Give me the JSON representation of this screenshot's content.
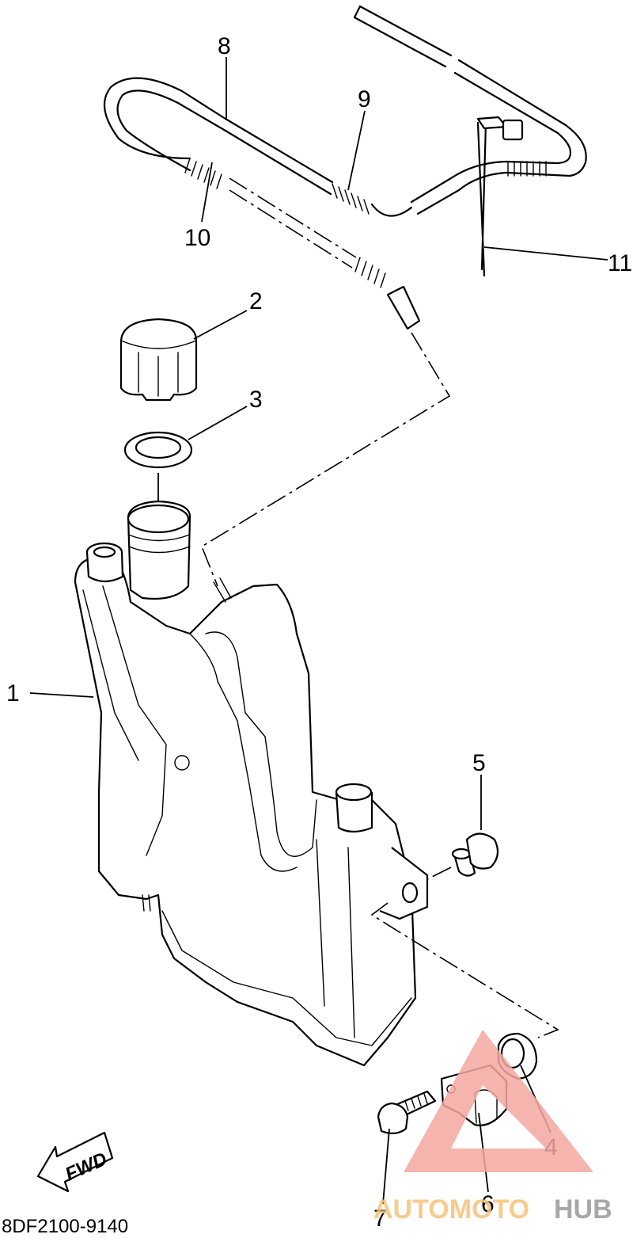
{
  "diagram": {
    "part_number": "8DF2100-9140",
    "fwd_label": "FWD",
    "callouts": [
      "1",
      "2",
      "3",
      "4",
      "5",
      "6",
      "7",
      "8",
      "9",
      "10",
      "11"
    ],
    "watermark": {
      "part1": "AUTOMOTO",
      "part2": "HUB",
      "colors": {
        "triangle": "#f4a7a0",
        "part1": "#f6c27a",
        "part2": "#9a9a9a"
      }
    }
  }
}
